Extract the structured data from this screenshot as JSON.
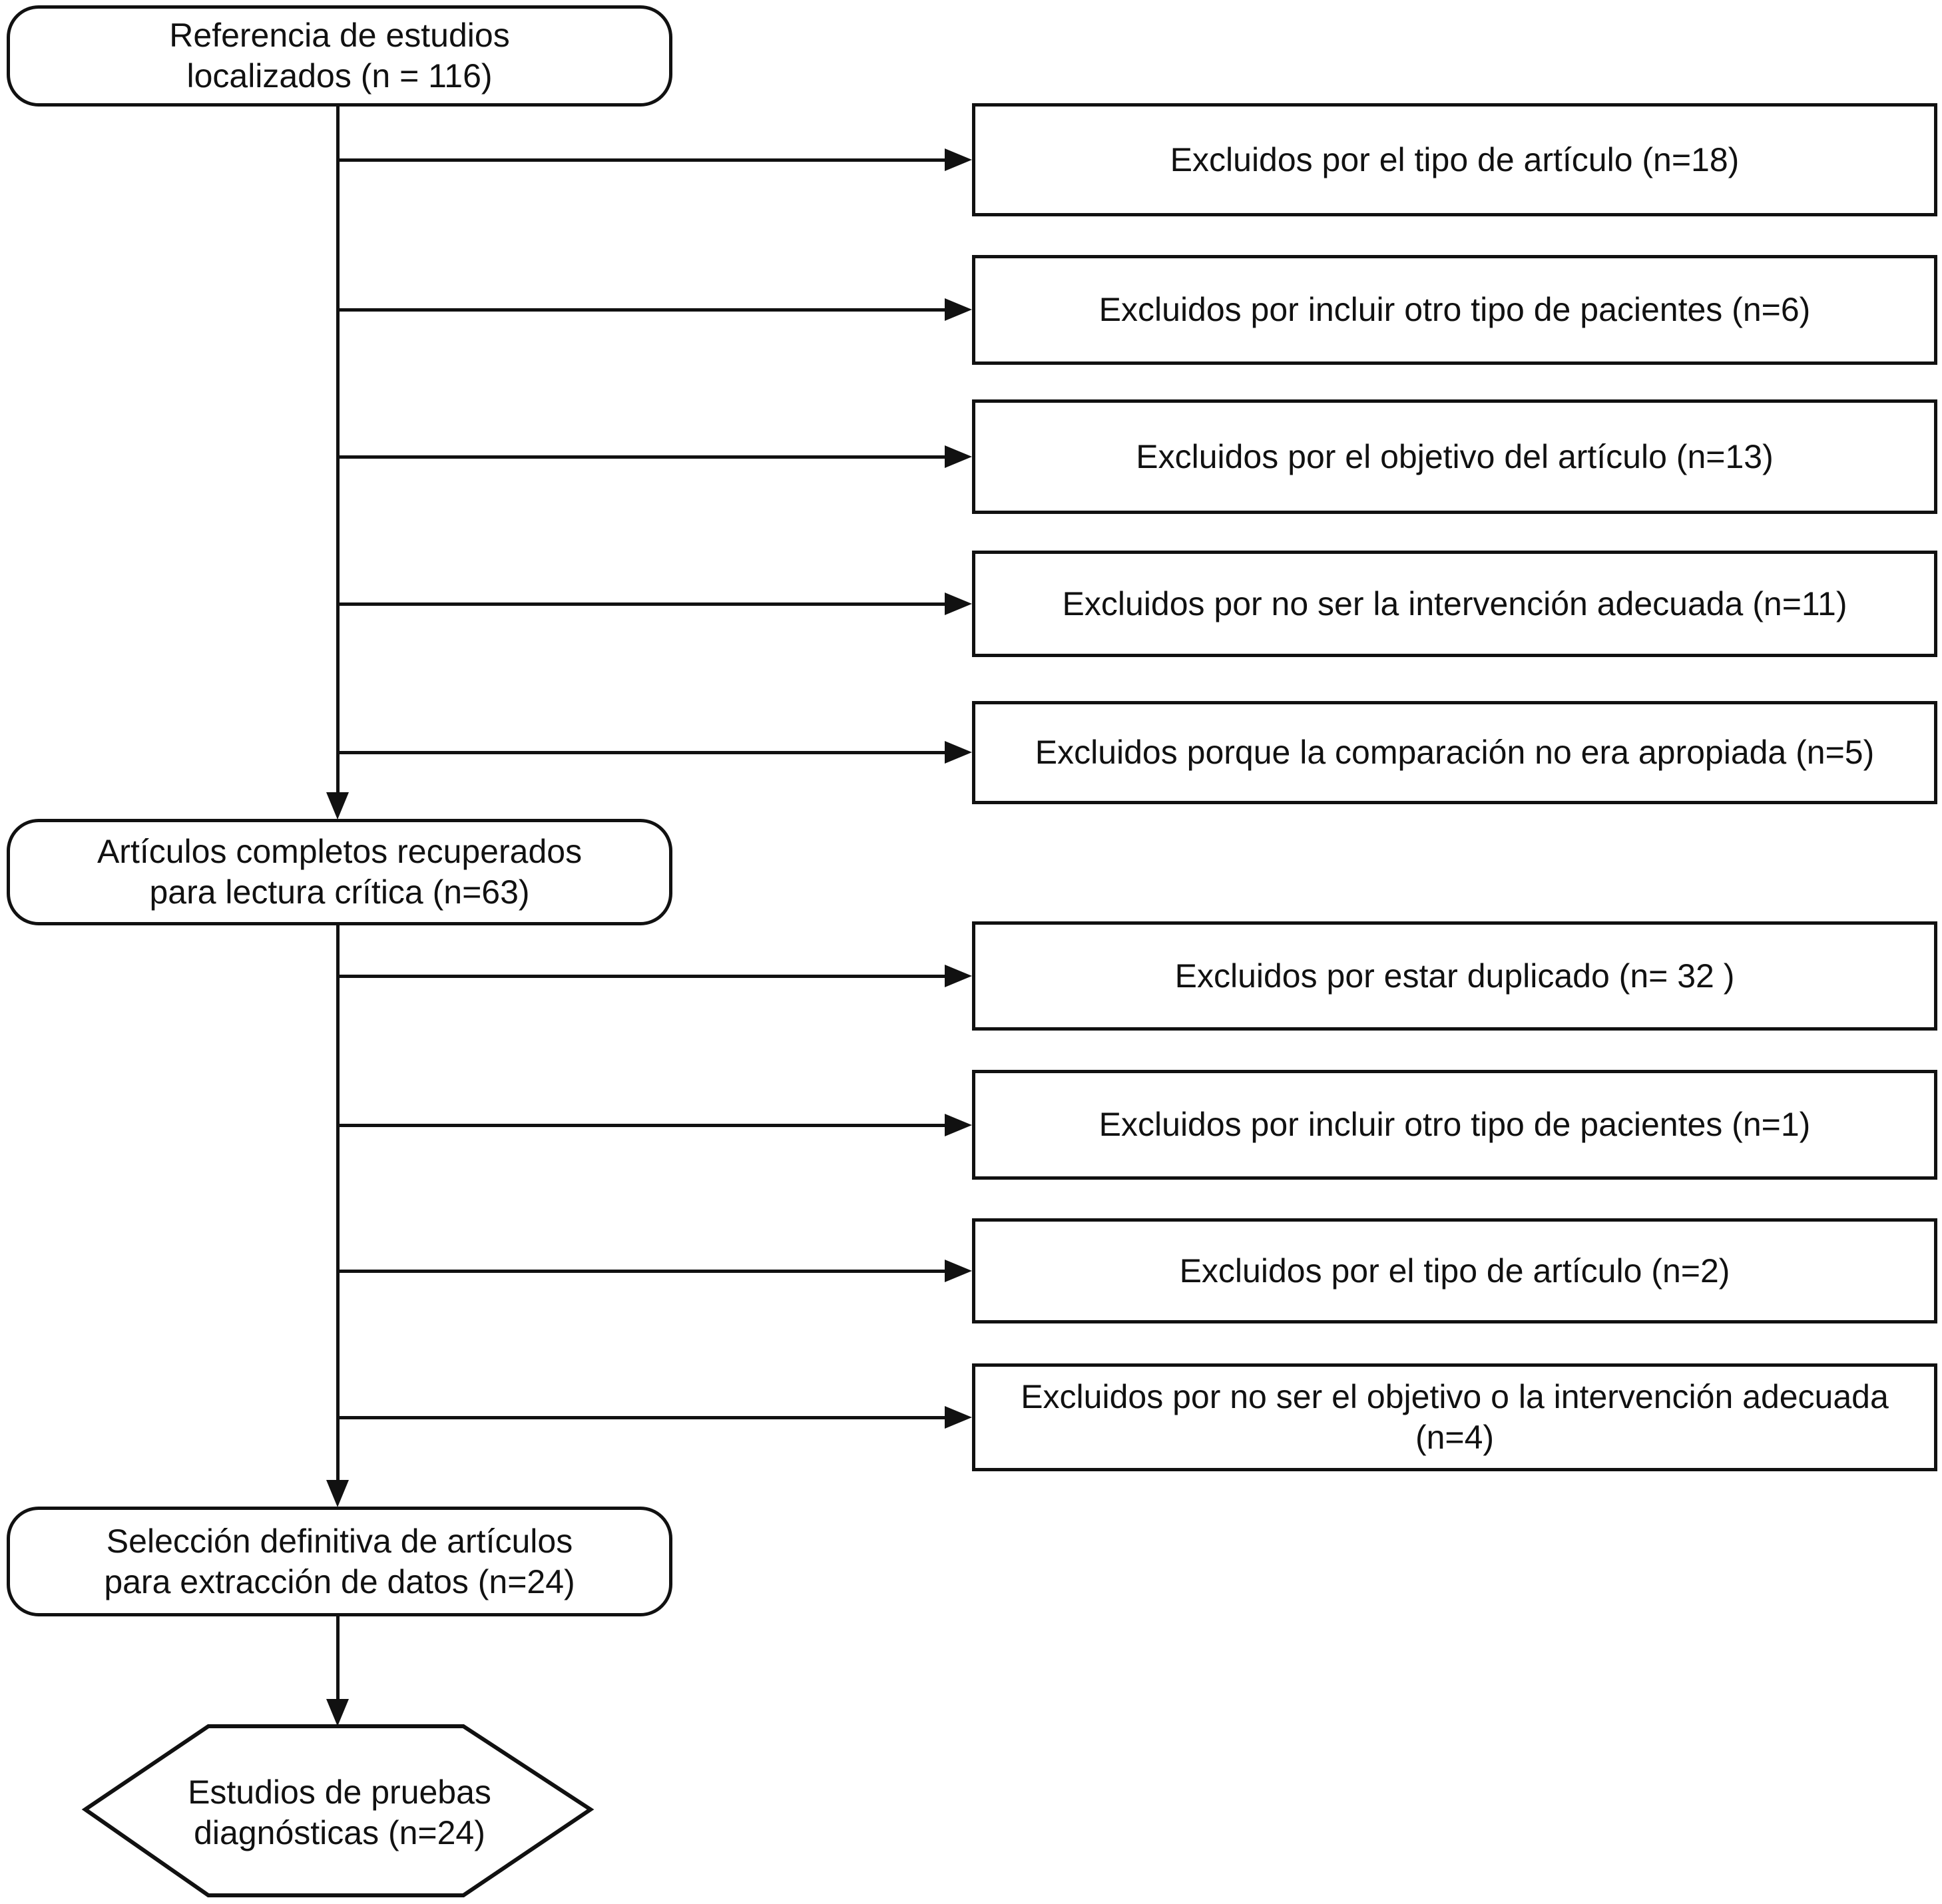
{
  "colors": {
    "line": "#111111",
    "background": "#ffffff"
  },
  "nodes": {
    "start": {
      "line1": "Referencia de estudios",
      "line2": "localizados (n = 116)"
    },
    "retrieved": {
      "line1": "Artículos completos recuperados",
      "line2": "para lectura crítica (n=63)"
    },
    "selection": {
      "line1": "Selección definitiva de artículos",
      "line2": "para extracción de datos (n=24)"
    },
    "final": {
      "line1": "Estudios de pruebas",
      "line2": "diagnósticas (n=24)"
    }
  },
  "exclusions_stage1": [
    {
      "label": "Excluidos por el tipo de artículo (n=18)"
    },
    {
      "label": "Excluidos por incluir otro tipo de pacientes (n=6)"
    },
    {
      "label": "Excluidos por el objetivo del artículo (n=13)"
    },
    {
      "label": "Excluidos por no ser la intervención adecuada (n=11)"
    },
    {
      "label": "Excluidos porque la comparación no era apropiada (n=5)"
    }
  ],
  "exclusions_stage2": [
    {
      "label": "Excluidos por estar duplicado (n= 32 )"
    },
    {
      "label": "Excluidos por incluir otro tipo de pacientes (n=1)"
    },
    {
      "label": "Excluidos por el tipo de artículo (n=2)"
    },
    {
      "label": "Excluidos por no ser el objetivo o la intervención adecuada (n=4)"
    }
  ]
}
